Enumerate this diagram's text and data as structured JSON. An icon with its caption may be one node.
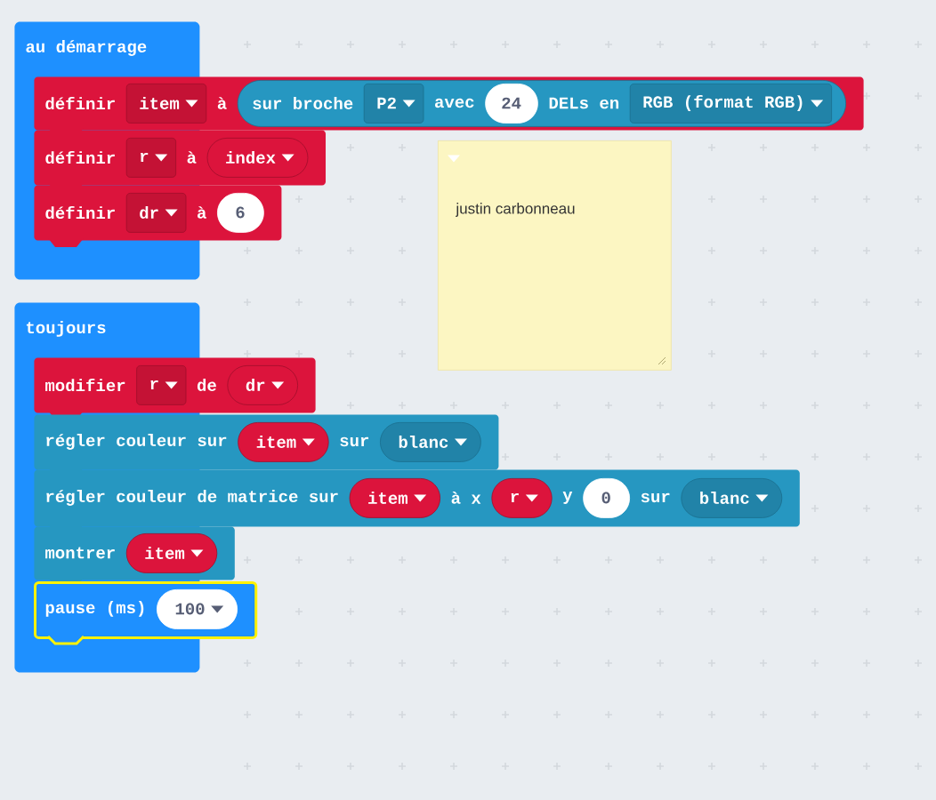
{
  "diagram": {
    "nodes": [
      {
        "text": [
          "au démarrage"
        ]
      },
      {
        "text": [
          "définir",
          "à"
        ]
      },
      {
        "text": [
          "item"
        ],
        "in": 1
      },
      {
        "text": [
          "sur broche",
          "avec",
          "DELs en"
        ],
        "in": 1
      },
      {
        "text": [
          "P2"
        ],
        "in": 3
      },
      {
        "text": [
          "24"
        ],
        "in": 3
      },
      {
        "text": [
          "RGB (format RGB)"
        ],
        "in": 3
      },
      {
        "text": [
          "définir",
          "à"
        ]
      },
      {
        "text": [
          "r"
        ]
      },
      {
        "text": [
          "index"
        ],
        "in": 7
      },
      {
        "text": [
          "définir",
          "à"
        ]
      },
      {
        "text": [
          "dr"
        ]
      },
      {
        "text": [
          "6"
        ],
        "in": 10
      },
      {
        "text": [
          "justin carbonneau"
        ]
      },
      {
        "text": [
          "toujours"
        ]
      },
      {
        "text": [
          "modifier",
          "de"
        ]
      },
      {
        "text": [
          "r"
        ]
      },
      {
        "text": [
          "dr"
        ],
        "in": 15
      },
      {
        "text": [
          "régler couleur sur",
          "sur"
        ]
      },
      {
        "text": [
          "item"
        ],
        "in": 18
      },
      {
        "text": [
          "blanc"
        ],
        "in": 18
      },
      {
        "text": [
          "régler couleur de matrice sur",
          "à x",
          "y",
          "sur"
        ]
      },
      {
        "text": [
          "item"
        ],
        "in": 21
      },
      {
        "text": [
          "r"
        ],
        "in": 21
      },
      {
        "text": [
          "0"
        ],
        "in": 21
      },
      {
        "text": [
          "blanc"
        ],
        "in": 21
      },
      {
        "text": [
          "montrer"
        ]
      },
      {
        "text": [
          "item"
        ],
        "in": 26
      },
      {
        "text": [
          "pause (ms)"
        ]
      },
      {
        "text": [
          "100"
        ],
        "in": 28
      }
    ]
  }
}
